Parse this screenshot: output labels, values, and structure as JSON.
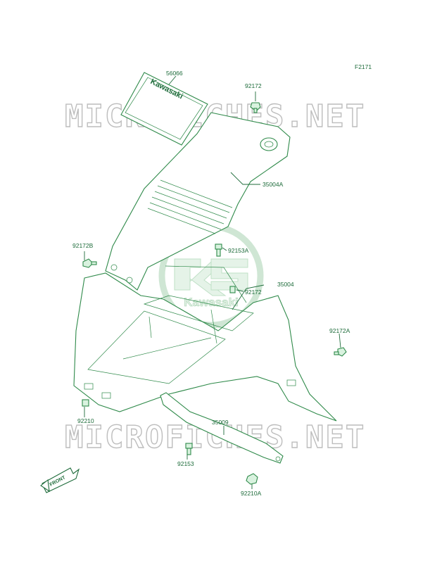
{
  "figure_code": "F2171",
  "watermark": "MICROFICHES.NET",
  "center_logo_text": "Kawasaki",
  "decal_text": "Kawasaki",
  "front_arrow_text": "FRONT",
  "colors": {
    "line": "#2f8a4a",
    "label": "#1d6b3a",
    "fill": "#d9f2df",
    "watermark": "#bdbdbd"
  },
  "parts": [
    {
      "number": "56066",
      "name": "decal"
    },
    {
      "number": "92172",
      "name": "screw"
    },
    {
      "number": "35004A",
      "name": "upper-cover"
    },
    {
      "number": "92172B",
      "name": "screw"
    },
    {
      "number": "92153A",
      "name": "bolt"
    },
    {
      "number": "35004",
      "name": "fender"
    },
    {
      "number": "92172",
      "name": "screw"
    },
    {
      "number": "92172A",
      "name": "screw"
    },
    {
      "number": "92210",
      "name": "nut"
    },
    {
      "number": "35009",
      "name": "bracket"
    },
    {
      "number": "92153",
      "name": "bolt"
    },
    {
      "number": "92210A",
      "name": "nut"
    }
  ]
}
